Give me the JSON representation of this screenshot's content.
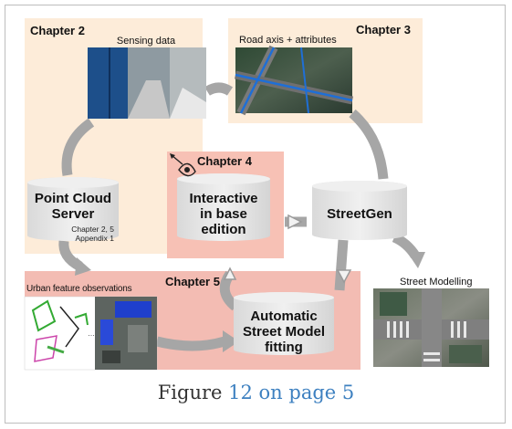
{
  "chapters": {
    "ch2": "Chapter 2",
    "ch3": "Chapter 3",
    "ch4": "Chapter 4",
    "ch5": "Chapter 5"
  },
  "images": {
    "sensing": "Sensing data",
    "road": "Road axis + attributes",
    "urban": "Urban feature observations",
    "street": "Street Modelling"
  },
  "nodes": {
    "pcs_line1": "Point Cloud",
    "pcs_line2": "Server",
    "pcs_ref1": "Chapter 2, 5",
    "pcs_ref2": "Appendix 1",
    "ibe_line1": "Interactive",
    "ibe_line2": "in base",
    "ibe_line3": "edition",
    "sg": "StreetGen",
    "asm_line1": "Automatic",
    "asm_line2": "Street Model",
    "asm_line3": "fitting"
  },
  "caption": {
    "prefix": "Figure",
    "link": "12 on page 5"
  },
  "colors": {
    "peach": "#fdecd9",
    "salmon": "#f7c1b5",
    "rose": "#f3bcb3",
    "arrow": "#a6a6a6",
    "cylinder": "#e6e6e6",
    "link": "#3d80c0"
  },
  "icons": [
    "eye-icon"
  ]
}
